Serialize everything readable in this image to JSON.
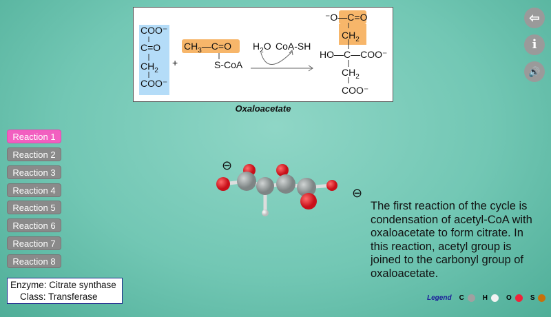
{
  "diagram": {
    "reactant1": [
      "COO⁻",
      "C=O",
      "CH",
      "COO⁻"
    ],
    "ch2_sub": "2",
    "plus": "+",
    "acetyl": "CH",
    "acetyl_sub": "3",
    "acetyl_co": "—C=O",
    "scoa": "S-CoA",
    "h2o": "H",
    "h2o_sub": "2",
    "h2o_o": "O",
    "coash": "CoA-SH",
    "product_top": "⁻O—C=O",
    "product_ch2": "CH",
    "product_mid": "HO—C—COO⁻",
    "product_ch2b": "CH",
    "product_bottom": "COO⁻"
  },
  "caption": "Oxaloacetate",
  "reactions": [
    "Reaction 1",
    "Reaction 2",
    "Reaction 3",
    "Reaction 4",
    "Reaction 5",
    "Reaction 6",
    "Reaction 7",
    "Reaction 8"
  ],
  "active_reaction": 0,
  "enzyme": {
    "line1": "Enzyme: Citrate synthase",
    "line2": "Class: Transferase"
  },
  "side_buttons": {
    "exit": "⇦",
    "info": "i",
    "sound": "🔊"
  },
  "description": "The first reaction of the cycle is condensation of acetyl-CoA with oxaloacetate to form citrate. In this reaction, acetyl group is joined to the carbonyl group of oxaloacetate.",
  "charge_symbol": "⊖",
  "legend": {
    "title": "Legend",
    "items": [
      {
        "label": "C",
        "color": "#a0a0a0"
      },
      {
        "label": "H",
        "color": "#f2f2f2"
      },
      {
        "label": "O",
        "color": "#f0223a"
      },
      {
        "label": "S",
        "color": "#c8700a"
      }
    ]
  },
  "colors": {
    "active": "#f25fc0",
    "inactive": "#8a8a8a",
    "highlight_blue": "#b4dcf8",
    "highlight_orange": "#f7b66a"
  }
}
